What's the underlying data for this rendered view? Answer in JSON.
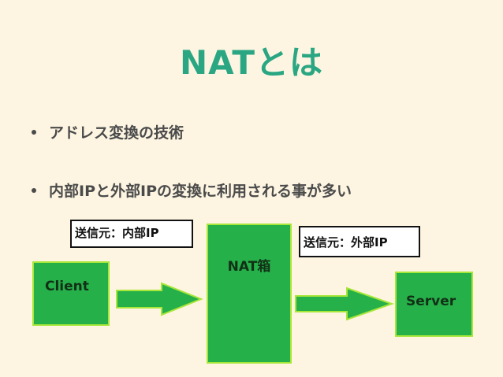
{
  "slide": {
    "title": "NATとは",
    "bullets": [
      "アドレス変換の技術",
      "内部IPと外部IPの変換に利用される事が多い"
    ]
  },
  "diagram": {
    "client_label": "Client",
    "nat_label": "NAT箱",
    "server_label": "Server",
    "inner_source_label": "送信元：内部IP",
    "outer_source_label": "送信元：外部IP"
  },
  "colors": {
    "title": "#2aa782",
    "background": "#fdf5e2",
    "box_fill": "#26b04a",
    "box_border": "#a9e63a"
  }
}
